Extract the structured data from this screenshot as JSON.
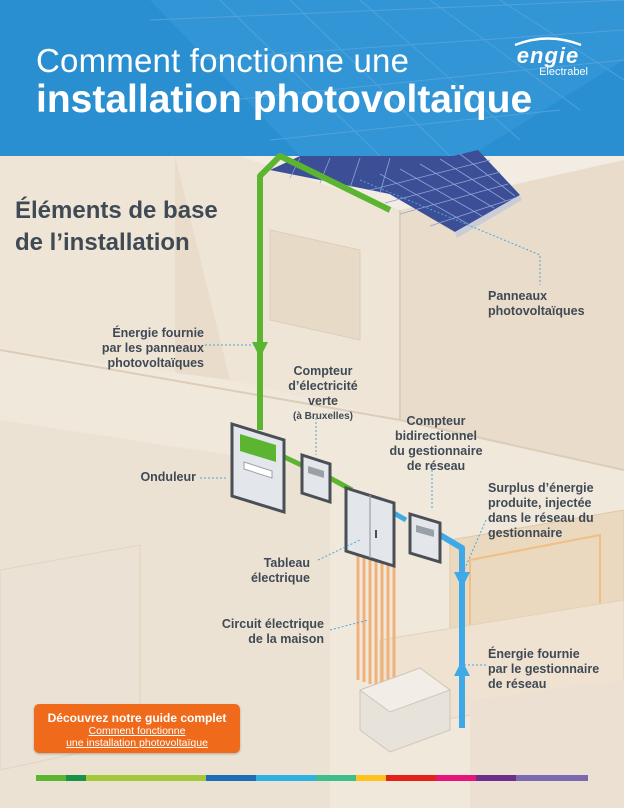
{
  "header": {
    "title_line1": "Comment fonctionne une",
    "title_line2": "installation photovoltaïque",
    "logo_main": "engie",
    "logo_sub": "Electrabel"
  },
  "section_title": {
    "line1": "Éléments de base",
    "line2": "de l’installation"
  },
  "labels": {
    "panneaux": [
      "Panneaux",
      "photovoltaïques"
    ],
    "energie_panneaux": [
      "Énergie fournie",
      "par les panneaux",
      "photovoltaïques"
    ],
    "compteur_verte": [
      "Compteur",
      "d’électricité",
      "verte"
    ],
    "compteur_verte_note": "(à Bruxelles)",
    "compteur_bidir": [
      "Compteur",
      "bidirectionnel",
      "du gestionnaire",
      "de réseau"
    ],
    "onduleur": "Onduleur",
    "surplus": [
      "Surplus d’énergie",
      "produite, injectée",
      "dans le réseau du",
      "gestionnaire"
    ],
    "tableau": [
      "Tableau",
      "électrique"
    ],
    "circuit": [
      "Circuit électrique",
      "de la maison"
    ],
    "energie_gestionnaire": [
      "Énergie fournie",
      "par le gestionnaire",
      "de réseau"
    ]
  },
  "cta": {
    "title": "Découvrez notre guide complet",
    "link_line1": "Comment fonctionne",
    "link_line2": "une installation photovoltaïque"
  },
  "colors": {
    "header_blue": "#2a8fd1",
    "green_flow": "#5cb531",
    "blue_flow": "#3fa9e8",
    "orange_cta": "#ef6b1b",
    "text_dark": "#3f4a55",
    "panel_blue": "#3c4f96",
    "wire_orange": "#f0b27a"
  },
  "footer_colorbar": [
    "#5cb531",
    "#1a9048",
    "#a3c93a",
    "#1d6fb4",
    "#2bb2e2",
    "#3fbd8a",
    "#ffc21c",
    "#e2231a",
    "#e5157a",
    "#6d2d8a",
    "#7b68ae"
  ]
}
